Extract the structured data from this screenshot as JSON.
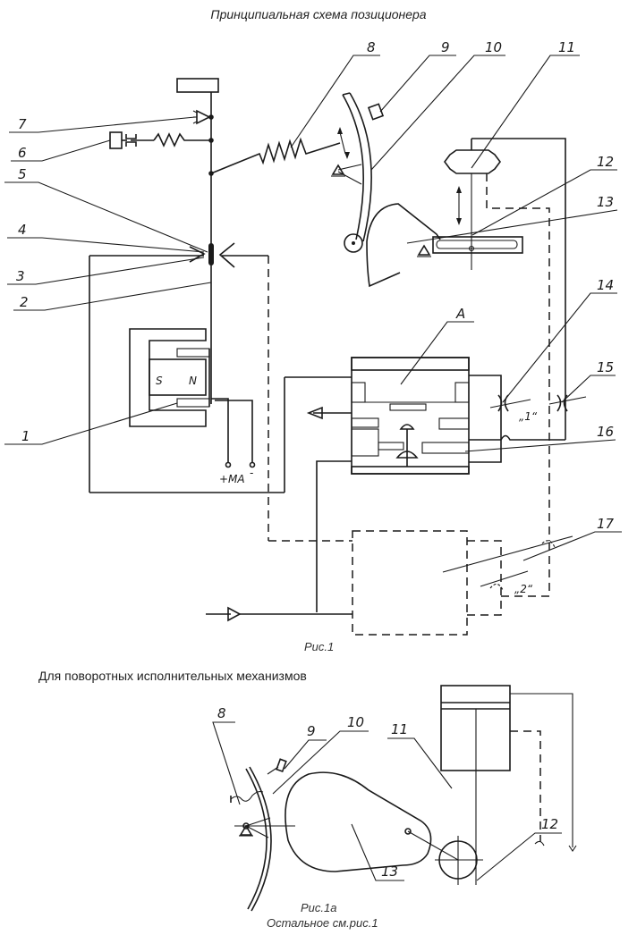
{
  "title": "Принципиальная схема позиционера",
  "fig1": {
    "caption": "Рис.1",
    "labels": {
      "l1": "1",
      "l2": "2",
      "l3": "3",
      "l4": "4",
      "l5": "5",
      "l6": "6",
      "l7": "7",
      "l8": "8",
      "l9": "9",
      "l10": "10",
      "l11": "11",
      "l12": "12",
      "l13": "13",
      "l14": "14",
      "l15": "15",
      "l16": "16",
      "l17": "17",
      "lA": "A"
    },
    "magnet_s": "S",
    "magnet_n": "N",
    "terminal_plus": "+MA",
    "terminal_minus": "-",
    "nozzle_pair_1": "„1“",
    "nozzle_pair_2": "„2“"
  },
  "subtitle": "Для поворотных исполнительных механизмов",
  "fig1a": {
    "caption": "Рис.1а",
    "note": "Остальное см.рис.1",
    "labels": {
      "l8": "8",
      "l9": "9",
      "l10": "10",
      "l11": "11",
      "l12": "12",
      "l13": "13"
    }
  }
}
